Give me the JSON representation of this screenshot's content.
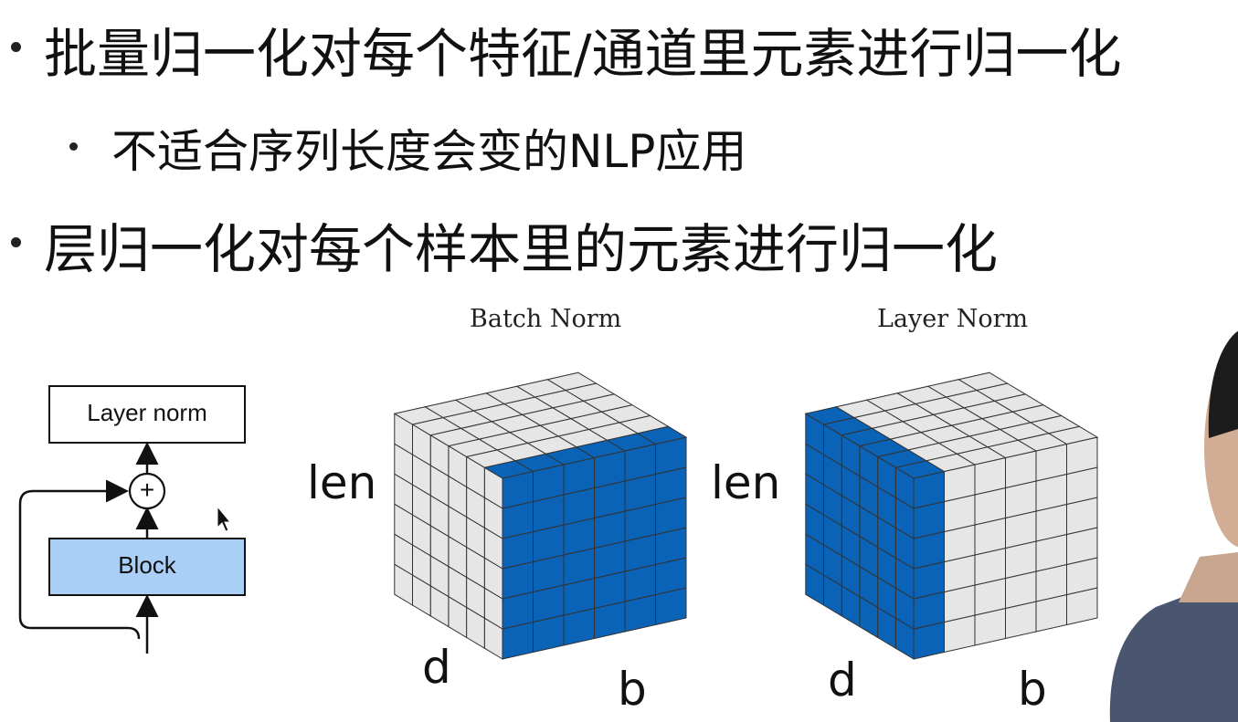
{
  "bullets": [
    {
      "text": "批量归一化对每个特征/通道里元素进行归一化",
      "level": 1
    },
    {
      "text": "不适合序列长度会变的NLP应用",
      "level": 2
    },
    {
      "text": "层归一化对每个样本里的元素进行归一化",
      "level": 1
    }
  ],
  "block_diagram": {
    "top_box_label": "Layer norm",
    "add_symbol": "+",
    "bottom_box_label": "Block",
    "bottom_box_color": "#a9cff7"
  },
  "batch_norm": {
    "title": "Batch Norm",
    "axis_len": "len",
    "axis_d": "d",
    "axis_b": "b"
  },
  "layer_norm": {
    "title": "Layer Norm",
    "axis_len": "len",
    "axis_d": "d",
    "axis_b": "b"
  },
  "colors": {
    "highlight_blue": "#0a63b7",
    "cell_gray": "#e6e6e6",
    "grid_line": "#333333"
  }
}
